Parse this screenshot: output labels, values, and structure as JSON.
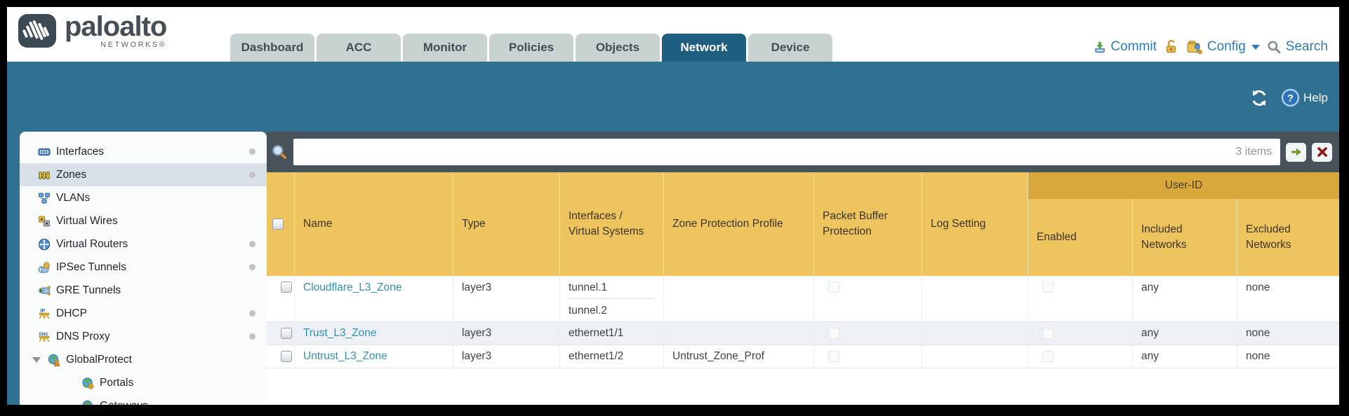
{
  "window": {
    "product": "paloalto",
    "product_sub": "NETWORKS®"
  },
  "nav": {
    "tabs": [
      {
        "label": "Dashboard",
        "active": false
      },
      {
        "label": "ACC",
        "active": false
      },
      {
        "label": "Monitor",
        "active": false
      },
      {
        "label": "Policies",
        "active": false
      },
      {
        "label": "Objects",
        "active": false
      },
      {
        "label": "Network",
        "active": true
      },
      {
        "label": "Device",
        "active": false
      }
    ]
  },
  "utility": {
    "commit": "Commit",
    "config": "Config",
    "search": "Search"
  },
  "band": {
    "help": "Help"
  },
  "sidebar": {
    "items": [
      {
        "label": "Interfaces",
        "icon": "interfaces-icon",
        "dot": true,
        "selected": false
      },
      {
        "label": "Zones",
        "icon": "zones-icon",
        "dot": true,
        "selected": true
      },
      {
        "label": "VLANs",
        "icon": "vlans-icon",
        "dot": false
      },
      {
        "label": "Virtual Wires",
        "icon": "virtual-wires-icon",
        "dot": false
      },
      {
        "label": "Virtual Routers",
        "icon": "virtual-routers-icon",
        "dot": true
      },
      {
        "label": "IPSec Tunnels",
        "icon": "ipsec-tunnels-icon",
        "dot": true
      },
      {
        "label": "GRE Tunnels",
        "icon": "gre-tunnels-icon",
        "dot": false
      },
      {
        "label": "DHCP",
        "icon": "dhcp-icon",
        "dot": true
      },
      {
        "label": "DNS Proxy",
        "icon": "dns-proxy-icon",
        "dot": true
      },
      {
        "label": "GlobalProtect",
        "icon": "globalprotect-icon",
        "dot": false,
        "expanded": true
      },
      {
        "label": "Portals",
        "icon": "portals-icon",
        "dot": false,
        "child": true
      },
      {
        "label": "Gateways",
        "icon": "gateways-icon",
        "dot": false,
        "child": true
      }
    ]
  },
  "filter": {
    "count_text": "3 items"
  },
  "table": {
    "group_label": "User-ID",
    "columns": [
      "Name",
      "Type",
      "Interfaces / Virtual Systems",
      "Zone Protection Profile",
      "Packet Buffer Protection",
      "Log Setting",
      "Enabled",
      "Included Networks",
      "Excluded Networks"
    ],
    "rows": [
      {
        "name": "Cloudflare_L3_Zone",
        "type": "layer3",
        "interfaces": [
          "tunnel.1",
          "tunnel.2"
        ],
        "zone_protection_profile": "",
        "packet_buffer_protection_checked": false,
        "log_setting": "",
        "user_id_enabled_checked": false,
        "included_networks": "any",
        "excluded_networks": "none"
      },
      {
        "name": "Trust_L3_Zone",
        "type": "layer3",
        "interfaces": [
          "ethernet1/1"
        ],
        "zone_protection_profile": "",
        "packet_buffer_protection_checked": false,
        "log_setting": "",
        "user_id_enabled_checked": false,
        "included_networks": "any",
        "excluded_networks": "none"
      },
      {
        "name": "Untrust_L3_Zone",
        "type": "layer3",
        "interfaces": [
          "ethernet1/2"
        ],
        "zone_protection_profile": "Untrust_Zone_Prof",
        "packet_buffer_protection_checked": false,
        "log_setting": "",
        "user_id_enabled_checked": false,
        "included_networks": "any",
        "excluded_networks": "none"
      }
    ]
  },
  "colors": {
    "teal_band": "#2F7090",
    "active_tab": "#1E5F81",
    "inactive_tab": "#C7D2D1",
    "slate_bar": "#47525A",
    "header_gold": "#EDC45E",
    "group_gold": "#D9A83B",
    "link": "#3390AE",
    "stripe": "#EDF1F5",
    "utility_blue": "#2D7CB8"
  }
}
